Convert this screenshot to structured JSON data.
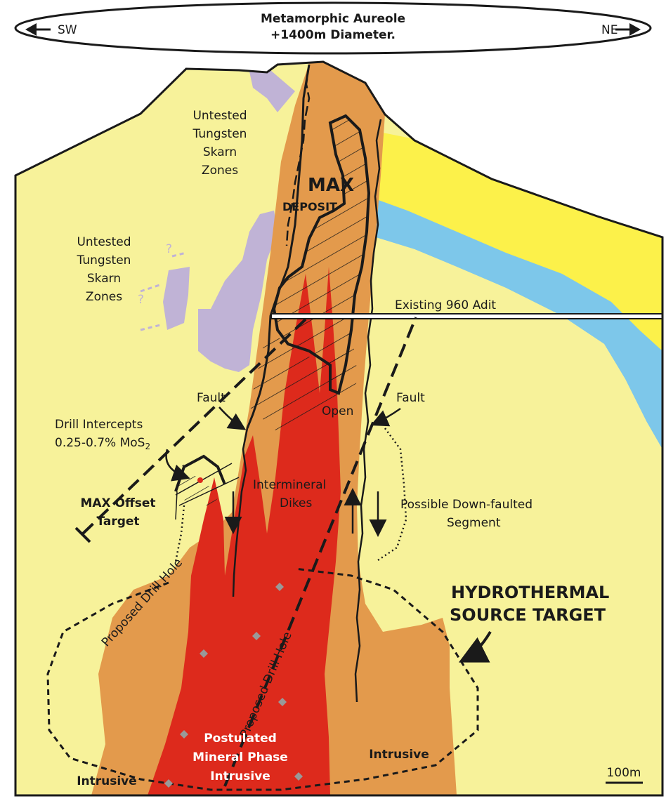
{
  "header": {
    "title_line1": "Metamorphic Aureole",
    "title_line2": "+1400m Diameter.",
    "left_dir": "SW",
    "right_dir": "NE"
  },
  "labels": {
    "untested_upper": [
      "Untested",
      "Tungsten",
      "Skarn",
      "Zones"
    ],
    "untested_lower": [
      "Untested",
      "Tungsten",
      "Skarn",
      "Zones"
    ],
    "question_mark": "?",
    "max_deposit_1": "MAX",
    "max_deposit_2": "DEPOSIT",
    "adit": "Existing 960 Adit",
    "fault_left": "Fault",
    "fault_right": "Fault",
    "open": "Open",
    "drill_intercepts_1": "Drill Intercepts",
    "drill_intercepts_2": "0.25-0.7% MoS",
    "drill_intercepts_sub": "2",
    "max_offset_1": "MAX Offset",
    "max_offset_2": "Target",
    "intermineral_1": "Intermineral",
    "intermineral_2": "Dikes",
    "downfaulted_1": "Possible Down-faulted",
    "downfaulted_2": "Segment",
    "hydro_1": "HYDROTHERMAL",
    "hydro_2": "SOURCE TARGET",
    "drill_hole_1": "Proposed Drill Hole",
    "drill_hole_2": "Proposed Drill Hole",
    "postulated_1": "Postulated",
    "postulated_2": "Mineral Phase",
    "postulated_3": "Intrusive",
    "intrusive_right": "Intrusive",
    "intrusive_left": "Intrusive",
    "scale": "100m"
  },
  "colors": {
    "background": "#f7f29a",
    "intrusive_orange": "#e39a4c",
    "mineral_red": "#dd2a1c",
    "skarn_purple": "#c0b3d6",
    "bed_yellow": "#fcf14a",
    "bed_blue": "#7dc7ea",
    "outline": "#1a1a1a"
  }
}
